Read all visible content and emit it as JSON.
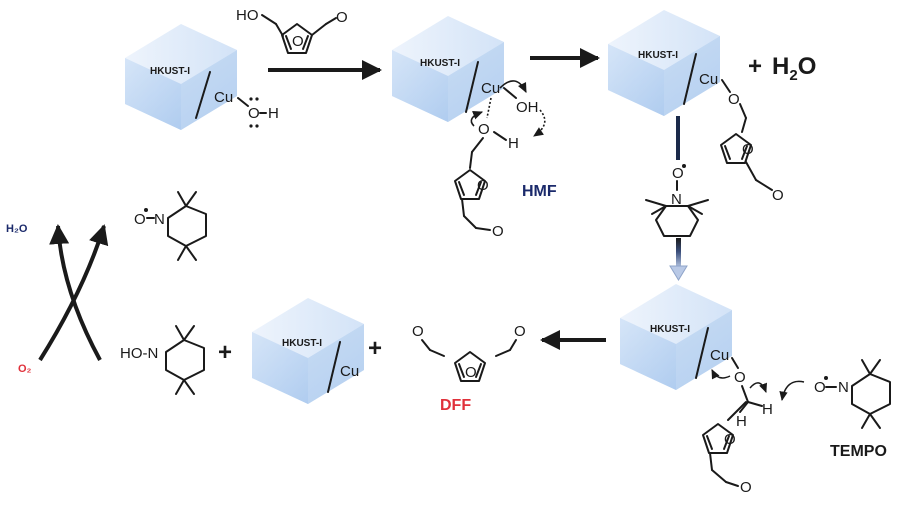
{
  "framework": {
    "name": "HKUST-I",
    "metal": "Cu",
    "face_color": "#bcd6f2",
    "top_color": "#e4eefa",
    "side_color": "#cfe0f4"
  },
  "atoms": {
    "O": "O",
    "H": "H",
    "OH": "OH",
    "HO": "HO",
    "N": "N",
    "HO_N": "HO-N"
  },
  "species": {
    "hmf_label": "HMF",
    "dff_label": "DFF",
    "tempo_label": "TEMPO",
    "water_product": {
      "main": "H",
      "sub": "2",
      "tail": "O"
    },
    "water_small": "H₂O",
    "oxygen": "O₂",
    "plus": "+"
  },
  "colors": {
    "hmf": "#1b2a6b",
    "dff": "#e0313b",
    "water_small": "#1b2a6b",
    "oxygen": "#e0313b",
    "ink": "#1a1a1a"
  }
}
